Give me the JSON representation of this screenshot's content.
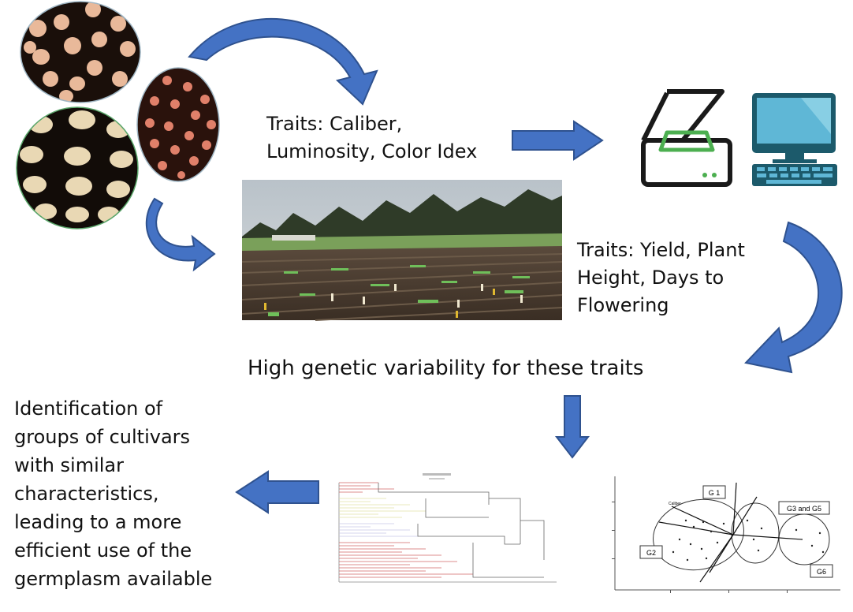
{
  "labels": {
    "traits_seed": [
      "Traits: Caliber,",
      "Luminosity, Color Idex"
    ],
    "traits_field": [
      "Traits: Yield, Plant",
      "Height, Days to",
      "Flowering"
    ],
    "variability": "High genetic variability for these traits",
    "conclusion": [
      "Identification of",
      "groups of cultivars",
      "with similar",
      "characteristics,",
      "leading to a more",
      "efficient use of the",
      "germplasm available"
    ]
  },
  "biplot": {
    "groups": [
      "G 1",
      "G3 and G5",
      "G2",
      "G6"
    ],
    "vector_label": "Caliber"
  },
  "colors": {
    "arrow_fill": "#4472c4",
    "arrow_stroke": "#2f528f",
    "scanner_green": "#4caf50",
    "monitor_screen": "#5fb7d6",
    "computer_teal": "#1c5a6b",
    "seed_bg": "#1a0f0a"
  }
}
